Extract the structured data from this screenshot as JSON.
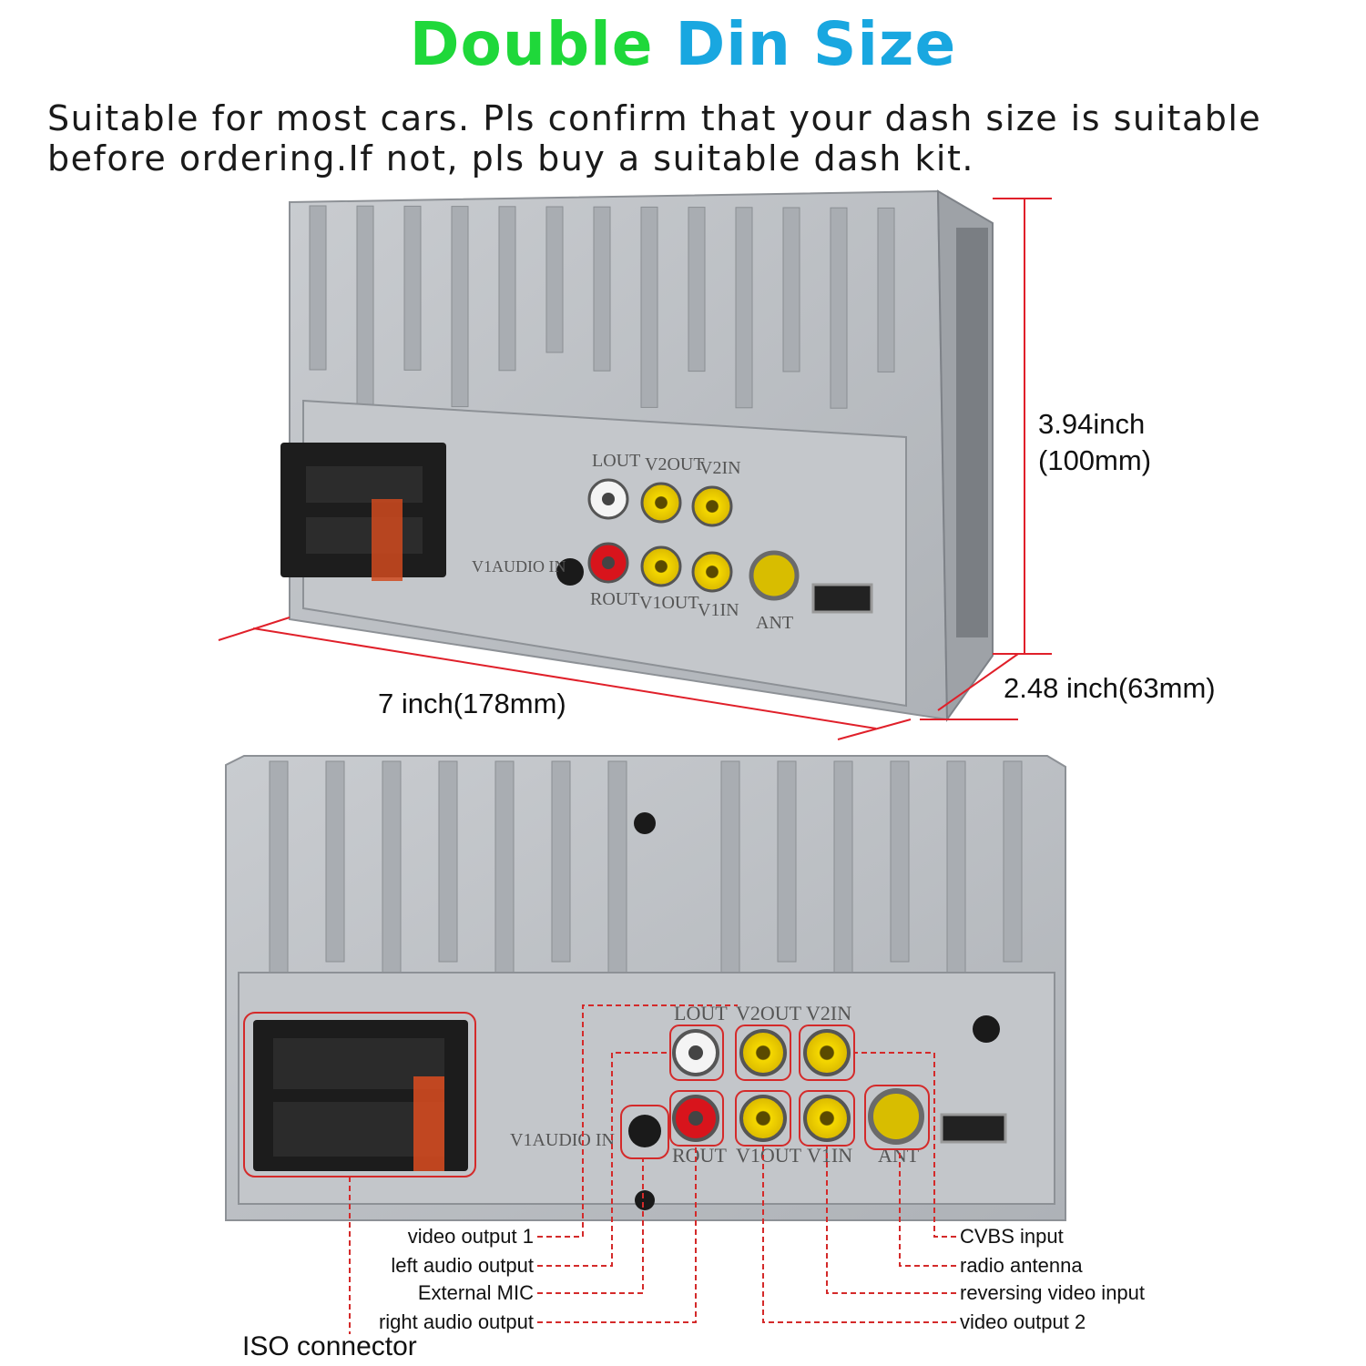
{
  "header": {
    "title_part1": "Double",
    "title_part2": "Din Size",
    "subtitle_line1": "Suitable for most cars. Pls confirm that your dash size is suitable",
    "subtitle_line2": "before ordering.If not, pls buy a suitable dash kit."
  },
  "dimensions": {
    "height": "3.94inch",
    "height_mm": "(100mm)",
    "width": "7 inch(178mm)",
    "depth": "2.48 inch(63mm)"
  },
  "panel_labels": {
    "lout": "LOUT",
    "v2out": "V2OUT",
    "v2in": "V2IN",
    "rout": "ROUT",
    "v1out": "V1OUT",
    "v1in": "V1IN",
    "ant": "ANT",
    "v1audio_in": "V1AUDIO IN"
  },
  "callouts": {
    "left": [
      "video output 1",
      "left audio output",
      "External MIC",
      "right audio output"
    ],
    "right": [
      "CVBS input",
      "radio antenna",
      "reversing video input",
      "video output 2"
    ],
    "iso": "ISO connector"
  },
  "colors": {
    "title_green": "#1fd83a",
    "title_blue": "#19a7e0",
    "dimension_line": "#e0202a",
    "callout_line": "#d42a2a",
    "chassis": "#b9bdc2",
    "rca_white": "#f4f4f4",
    "rca_red": "#d8141c",
    "rca_yellow": "#f2d400"
  },
  "icons": [
    "usb-port-icon",
    "rca-jack-icon",
    "iso-connector-icon",
    "fuse-icon",
    "screw-icon",
    "antenna-socket-icon",
    "mic-jack-icon"
  ]
}
